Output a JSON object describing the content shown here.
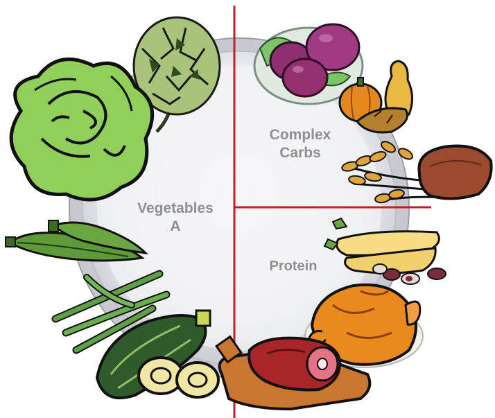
{
  "plate": {
    "line_color": "#c0202a",
    "rim_color": "#d6d9de",
    "center_color": "#f1f2f5"
  },
  "sections": [
    {
      "id": "vegetables",
      "title_line1": "Vegetables",
      "title_line2": "A"
    },
    {
      "id": "complex-carbs",
      "title_line1": "Complex",
      "title_line2": "Carbs"
    },
    {
      "id": "protein",
      "title_line1": "Protein"
    }
  ],
  "foods": [
    {
      "icon": "artichoke-icon",
      "section": "vegetables"
    },
    {
      "icon": "lettuce-icon",
      "section": "vegetables"
    },
    {
      "icon": "okra-icon",
      "section": "vegetables"
    },
    {
      "icon": "green-beans-icon",
      "section": "vegetables"
    },
    {
      "icon": "zucchini-icon",
      "section": "vegetables"
    },
    {
      "icon": "beets-bowl-icon",
      "section": "complex-carbs"
    },
    {
      "icon": "squash-pumpkin-icon",
      "section": "complex-carbs"
    },
    {
      "icon": "wheat-icon",
      "section": "complex-carbs"
    },
    {
      "icon": "bread-loaf-icon",
      "section": "complex-carbs"
    },
    {
      "icon": "beans-icon",
      "section": "protein"
    },
    {
      "icon": "roast-chicken-icon",
      "section": "protein"
    },
    {
      "icon": "meat-on-board-icon",
      "section": "protein"
    }
  ]
}
